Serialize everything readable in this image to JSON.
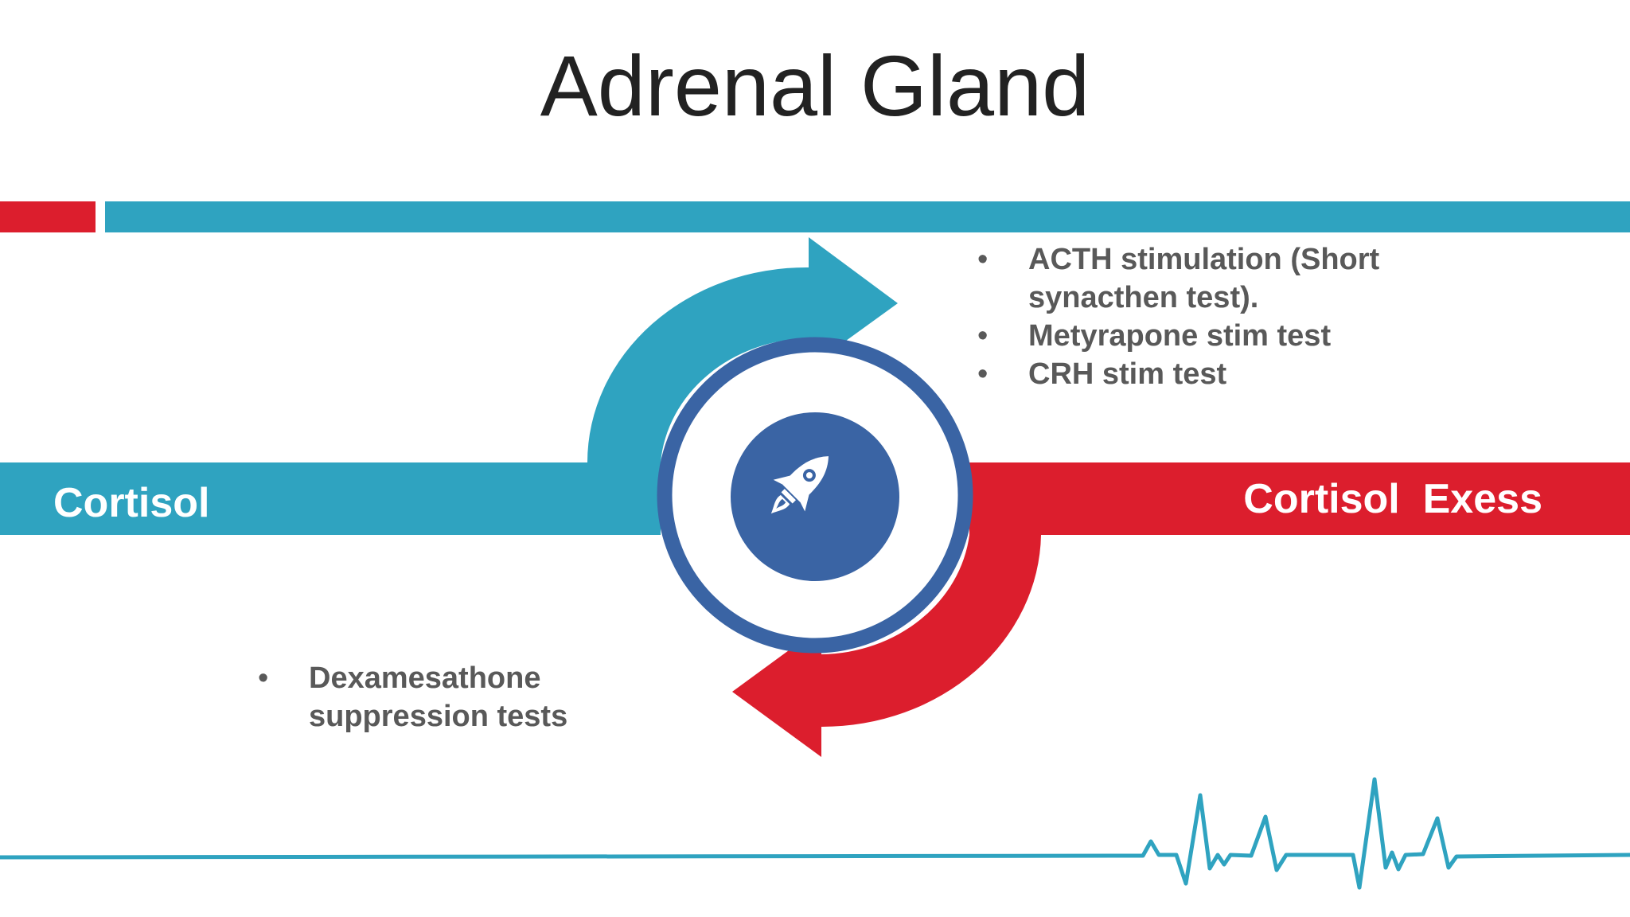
{
  "title": "Adrenal Gland",
  "left_band": {
    "label": "Cortisol"
  },
  "right_band": {
    "label": "Cortisol  Exess"
  },
  "upper_right_bullets": [
    "ACTH stimulation (Short synacthen test).",
    "Metyrapone stim test",
    "CRH stim test"
  ],
  "lower_left_bullets": [
    "Dexamesathone suppression tests"
  ],
  "center_icon": "rocket-icon",
  "colors": {
    "teal": "#2fa3c0",
    "red": "#dc1e2d",
    "navy": "#3a64a4",
    "title_text": "#222222",
    "bullet_text": "#595959"
  }
}
